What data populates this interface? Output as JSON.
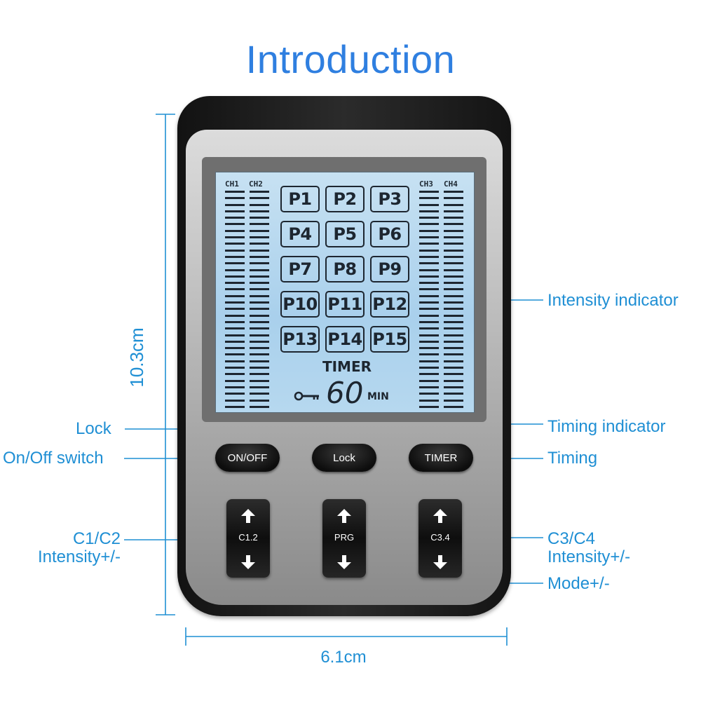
{
  "title": "Introduction",
  "dimensions": {
    "height": "10.3cm",
    "width": "6.1cm"
  },
  "callouts": {
    "intensity_indicator": "Intensity indicator",
    "lock": "Lock",
    "timing_indicator": "Timing indicator",
    "on_off_switch": "On/Off switch",
    "timing": "Timing",
    "c1c2_line1": "C1/C2",
    "c1c2_line2": "Intensity+/-",
    "c3c4_line1": "C3/C4",
    "c3c4_line2": "Intensity+/-",
    "mode": "Mode+/-"
  },
  "lcd": {
    "channels": [
      "CH1",
      "CH2",
      "CH3",
      "CH4"
    ],
    "programs": [
      "P1",
      "P2",
      "P3",
      "P4",
      "P5",
      "P6",
      "P7",
      "P8",
      "P9",
      "P10",
      "P11",
      "P12",
      "P13",
      "P14",
      "P15"
    ],
    "timer_label": "TIMER",
    "timer_value": "60",
    "timer_unit": "MIN"
  },
  "buttons": {
    "on_off": "ON/OFF",
    "lock": "Lock",
    "timer": "TIMER",
    "c12": "C1.2",
    "prg": "PRG",
    "c34": "C3.4"
  },
  "colors": {
    "title": "#2f7fe0",
    "callout": "#1f8fd4",
    "lcd_background": "#b4d7ef",
    "device_body": "#1a1a1a"
  },
  "icons": [
    "key-lock-icon",
    "arrow-up-icon",
    "arrow-down-icon"
  ]
}
